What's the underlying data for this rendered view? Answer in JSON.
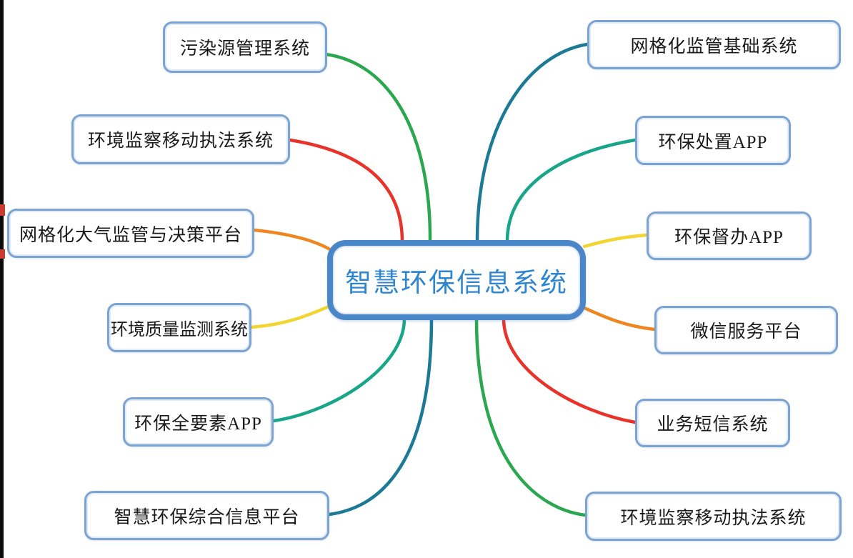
{
  "diagram": {
    "center": {
      "label": "智慧环保信息系统",
      "text_color": "#2e86d0",
      "border_color": "#4a86c8"
    },
    "node_border_color": "#7ba3d4",
    "nodes_left": [
      {
        "label": "污染源管理系统",
        "branch_color": "#2ba84f"
      },
      {
        "label": "环境监察移动执法系统",
        "branch_color": "#e8332a"
      },
      {
        "label": "网格化大气监管与决策平台",
        "branch_color": "#ee8722"
      },
      {
        "label": "环境质量监测系统",
        "branch_color": "#f2d530"
      },
      {
        "label": "环保全要素APP",
        "branch_color": "#17a689"
      },
      {
        "label": "智慧环保综合信息平台",
        "branch_color": "#1c7a96"
      }
    ],
    "nodes_right": [
      {
        "label": "网格化监管基础系统",
        "branch_color": "#1c7a96"
      },
      {
        "label": "环保处置APP",
        "branch_color": "#17a689"
      },
      {
        "label": "环保督办APP",
        "branch_color": "#f2d530"
      },
      {
        "label": "微信服务平台",
        "branch_color": "#ee8722"
      },
      {
        "label": "业务短信系统",
        "branch_color": "#e8332a"
      },
      {
        "label": "环境监察移动执法系统",
        "branch_color": "#2ba84f"
      }
    ]
  }
}
